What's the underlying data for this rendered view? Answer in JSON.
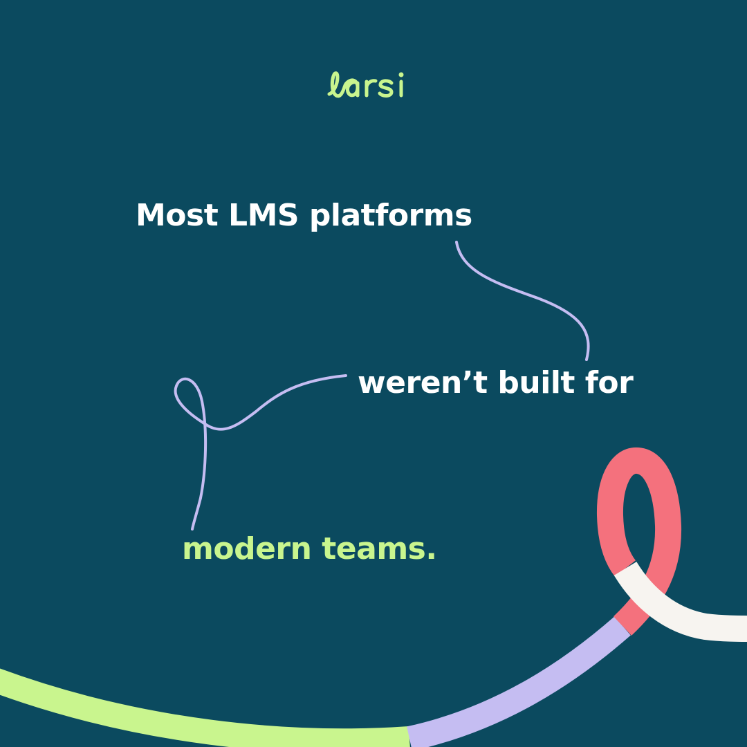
{
  "brand": {
    "name": "larsi",
    "color": "#c9f58e"
  },
  "headline": {
    "line1": "Most LMS platforms",
    "line2": "weren’t built for",
    "line3": "modern teams."
  },
  "colors": {
    "background": "#0b4a5f",
    "text": "#ffffff",
    "highlight": "#c9f58e",
    "connector": "#c5bdf2",
    "ribbon_green": "#c9f58e",
    "ribbon_lavender": "#c5bdf2",
    "ribbon_coral": "#f4717d",
    "ribbon_white": "#f7f4f0"
  }
}
